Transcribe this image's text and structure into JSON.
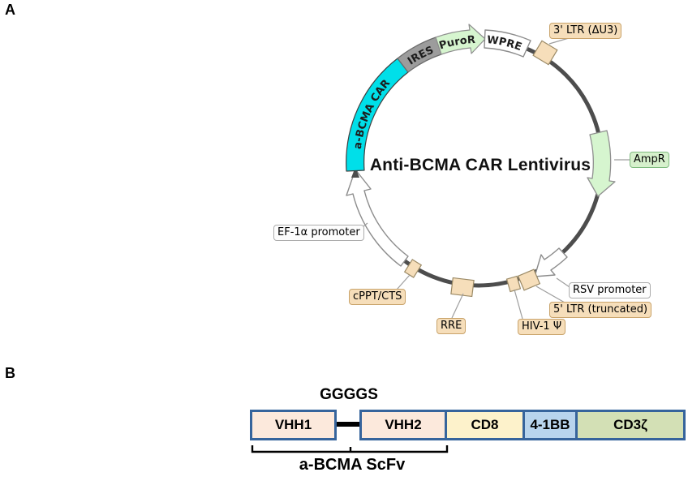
{
  "panel_a": {
    "label": "A",
    "title": "Anti-BCMA CAR Lentivirus",
    "arc_texts": {
      "car": "a-BCMA CAR",
      "ires": "IRES",
      "puror": "PuroR",
      "wpre": "WPRE"
    },
    "callouts": {
      "ltr3": "3' LTR (ΔU3)",
      "ampr": "AmpR",
      "rsv": "RSV promoter",
      "ltr5": "5' LTR (truncated)",
      "psi": "HIV-1 Ψ",
      "rre": "RRE",
      "cppt": "cPPT/CTS",
      "ef1a": "EF-1α promoter"
    },
    "colors": {
      "backbone": "#4d4d4d",
      "car_segment": "#00dfe9",
      "ires_segment": "#9c9c9c",
      "resistance_green": "#d6f5cf",
      "marker_tan": "#f6deba",
      "white_feature": "#ffffff"
    }
  },
  "panel_b": {
    "label": "B",
    "linker_label": "GGGGS",
    "bracket_label": "a-BCMA ScFv",
    "domains": [
      {
        "label": "VHH1",
        "fill": "#fce9dc"
      },
      {
        "label": "VHH2",
        "fill": "#fce9dc"
      },
      {
        "label": "CD8",
        "fill": "#fdf2cb"
      },
      {
        "label": "4-1BB",
        "fill": "#b8d4ed"
      },
      {
        "label": "CD3ζ",
        "fill": "#d3e0b5"
      }
    ],
    "colors": {
      "box_border": "#36649c",
      "linker": "#000000"
    }
  }
}
